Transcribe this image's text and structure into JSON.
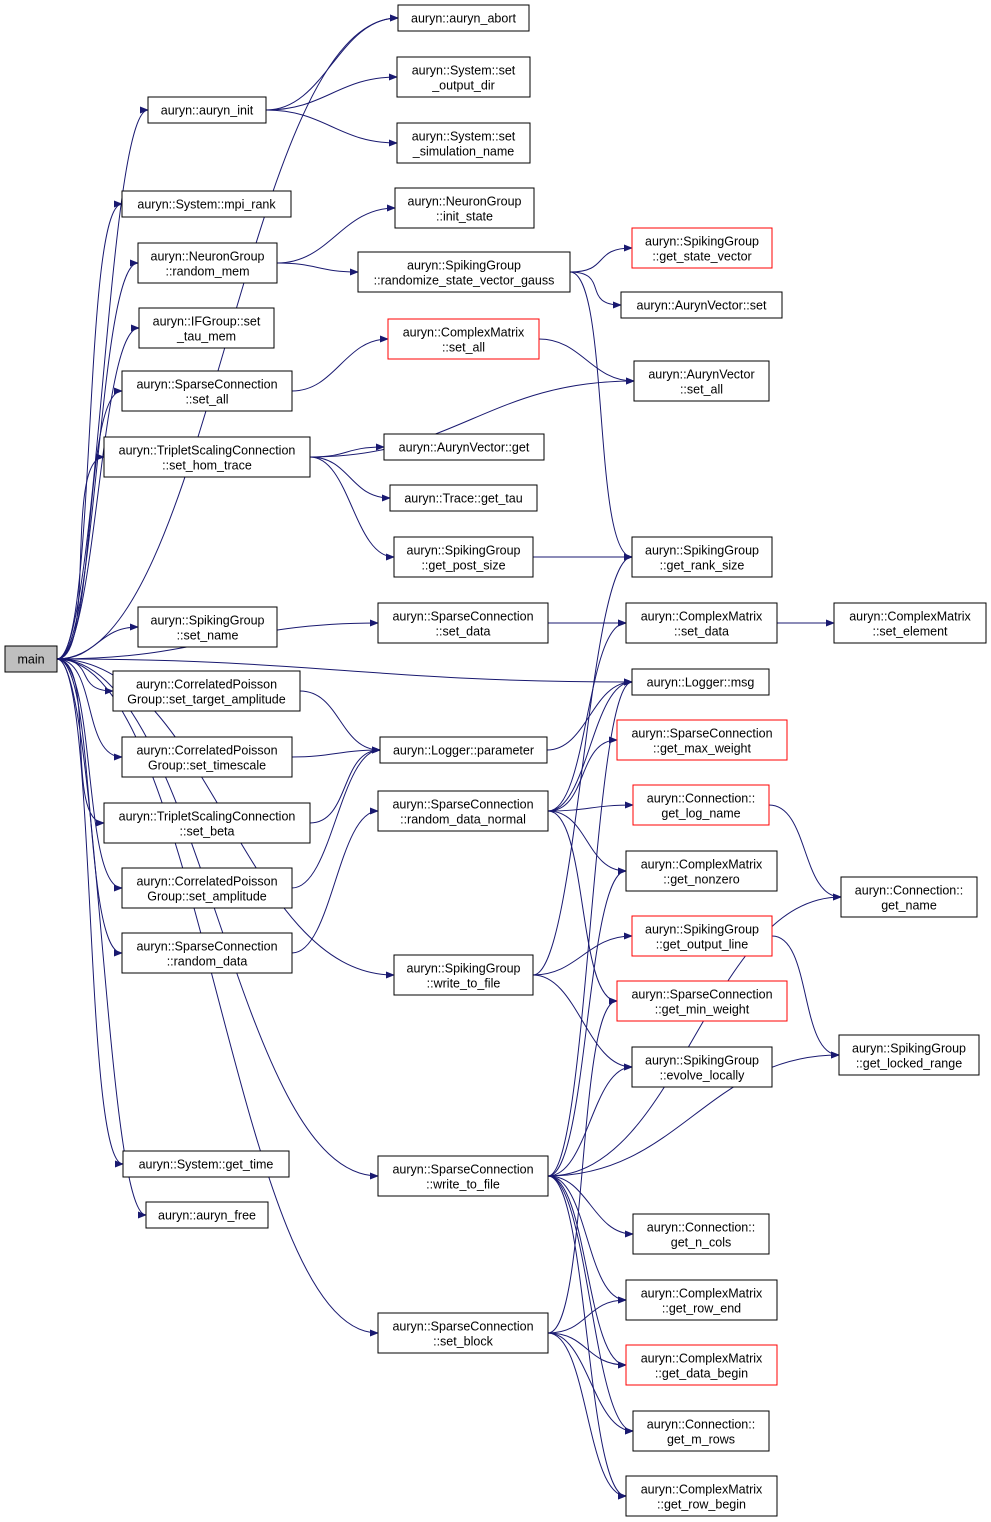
{
  "colors": {
    "edge": "#191970",
    "normal_border": "#000000",
    "highlight_border": "#ff0000",
    "root_fill": "#bfbfbf"
  },
  "nodes": {
    "main": {
      "lines": [
        "main"
      ]
    },
    "auryn_abort": {
      "lines": [
        "auryn::auryn_abort"
      ]
    },
    "auryn_init": {
      "lines": [
        "auryn::auryn_init"
      ]
    },
    "sys_set_output_dir": {
      "lines": [
        "auryn::System::set",
        "_output_dir"
      ]
    },
    "sys_set_simulation_name": {
      "lines": [
        "auryn::System::set",
        "_simulation_name"
      ]
    },
    "sys_mpi_rank": {
      "lines": [
        "auryn::System::mpi_rank"
      ]
    },
    "ng_init_state": {
      "lines": [
        "auryn::NeuronGroup",
        "::init_state"
      ]
    },
    "ng_random_mem": {
      "lines": [
        "auryn::NeuronGroup",
        "::random_mem"
      ]
    },
    "sg_randomize_state_vector_gauss": {
      "lines": [
        "auryn::SpikingGroup",
        "::randomize_state_vector_gauss"
      ]
    },
    "sg_get_state_vector": {
      "lines": [
        "auryn::SpikingGroup",
        "::get_state_vector"
      ]
    },
    "av_set": {
      "lines": [
        "auryn::AurynVector::set"
      ]
    },
    "ifg_set_tau_mem": {
      "lines": [
        "auryn::IFGroup::set",
        "_tau_mem"
      ]
    },
    "cm_set_all": {
      "lines": [
        "auryn::ComplexMatrix",
        "::set_all"
      ]
    },
    "sc_set_all": {
      "lines": [
        "auryn::SparseConnection",
        "::set_all"
      ]
    },
    "av_set_all": {
      "lines": [
        "auryn::AurynVector",
        "::set_all"
      ]
    },
    "tsc_set_hom_trace": {
      "lines": [
        "auryn::TripletScalingConnection",
        "::set_hom_trace"
      ]
    },
    "av_get": {
      "lines": [
        "auryn::AurynVector::get"
      ]
    },
    "trace_get_tau": {
      "lines": [
        "auryn::Trace::get_tau"
      ]
    },
    "sg_get_post_size": {
      "lines": [
        "auryn::SpikingGroup",
        "::get_post_size"
      ]
    },
    "sg_get_rank_size": {
      "lines": [
        "auryn::SpikingGroup",
        "::get_rank_size"
      ]
    },
    "sc_set_data": {
      "lines": [
        "auryn::SparseConnection",
        "::set_data"
      ]
    },
    "cm_set_data": {
      "lines": [
        "auryn::ComplexMatrix",
        "::set_data"
      ]
    },
    "cm_set_element": {
      "lines": [
        "auryn::ComplexMatrix",
        "::set_element"
      ]
    },
    "sg_set_name": {
      "lines": [
        "auryn::SpikingGroup",
        "::set_name"
      ]
    },
    "cpg_set_target_amplitude": {
      "lines": [
        "auryn::CorrelatedPoisson",
        "Group::set_target_amplitude"
      ]
    },
    "logger_msg": {
      "lines": [
        "auryn::Logger::msg"
      ]
    },
    "cpg_set_timescale": {
      "lines": [
        "auryn::CorrelatedPoisson",
        "Group::set_timescale"
      ]
    },
    "logger_parameter": {
      "lines": [
        "auryn::Logger::parameter"
      ]
    },
    "sc_get_max_weight": {
      "lines": [
        "auryn::SparseConnection",
        "::get_max_weight"
      ]
    },
    "tsc_set_beta": {
      "lines": [
        "auryn::TripletScalingConnection",
        "::set_beta"
      ]
    },
    "sc_random_data_normal": {
      "lines": [
        "auryn::SparseConnection",
        "::random_data_normal"
      ]
    },
    "conn_get_log_name": {
      "lines": [
        "auryn::Connection::",
        "get_log_name"
      ]
    },
    "cpg_set_amplitude": {
      "lines": [
        "auryn::CorrelatedPoisson",
        "Group::set_amplitude"
      ]
    },
    "cm_get_nonzero": {
      "lines": [
        "auryn::ComplexMatrix",
        "::get_nonzero"
      ]
    },
    "conn_get_name": {
      "lines": [
        "auryn::Connection::",
        "get_name"
      ]
    },
    "sc_random_data": {
      "lines": [
        "auryn::SparseConnection",
        "::random_data"
      ]
    },
    "sg_write_to_file": {
      "lines": [
        "auryn::SpikingGroup",
        "::write_to_file"
      ]
    },
    "sg_get_output_line": {
      "lines": [
        "auryn::SpikingGroup",
        "::get_output_line"
      ]
    },
    "sc_get_min_weight": {
      "lines": [
        "auryn::SparseConnection",
        "::get_min_weight"
      ]
    },
    "sg_evolve_locally": {
      "lines": [
        "auryn::SpikingGroup",
        "::evolve_locally"
      ]
    },
    "sg_get_locked_range": {
      "lines": [
        "auryn::SpikingGroup",
        "::get_locked_range"
      ]
    },
    "sys_get_time": {
      "lines": [
        "auryn::System::get_time"
      ]
    },
    "sc_write_to_file": {
      "lines": [
        "auryn::SparseConnection",
        "::write_to_file"
      ]
    },
    "auryn_free": {
      "lines": [
        "auryn::auryn_free"
      ]
    },
    "conn_get_n_cols": {
      "lines": [
        "auryn::Connection::",
        "get_n_cols"
      ]
    },
    "cm_get_row_end": {
      "lines": [
        "auryn::ComplexMatrix",
        "::get_row_end"
      ]
    },
    "sc_set_block": {
      "lines": [
        "auryn::SparseConnection",
        "::set_block"
      ]
    },
    "cm_get_data_begin": {
      "lines": [
        "auryn::ComplexMatrix",
        "::get_data_begin"
      ]
    },
    "conn_get_m_rows": {
      "lines": [
        "auryn::Connection::",
        "get_m_rows"
      ]
    },
    "cm_get_row_begin": {
      "lines": [
        "auryn::ComplexMatrix",
        "::get_row_begin"
      ]
    }
  },
  "edges": [
    [
      "main",
      "auryn_abort"
    ],
    [
      "main",
      "auryn_init"
    ],
    [
      "main",
      "sys_mpi_rank"
    ],
    [
      "main",
      "ng_random_mem"
    ],
    [
      "main",
      "ifg_set_tau_mem"
    ],
    [
      "main",
      "sc_set_all"
    ],
    [
      "main",
      "tsc_set_hom_trace"
    ],
    [
      "main",
      "sc_set_data"
    ],
    [
      "main",
      "logger_msg"
    ],
    [
      "main",
      "sg_set_name"
    ],
    [
      "main",
      "cpg_set_target_amplitude"
    ],
    [
      "main",
      "cpg_set_timescale"
    ],
    [
      "main",
      "tsc_set_beta"
    ],
    [
      "main",
      "cpg_set_amplitude"
    ],
    [
      "main",
      "sc_random_data"
    ],
    [
      "main",
      "sg_write_to_file"
    ],
    [
      "main",
      "sc_write_to_file"
    ],
    [
      "main",
      "sys_get_time"
    ],
    [
      "main",
      "auryn_free"
    ],
    [
      "main",
      "sc_set_block"
    ],
    [
      "auryn_init",
      "auryn_abort"
    ],
    [
      "auryn_init",
      "sys_set_output_dir"
    ],
    [
      "auryn_init",
      "sys_set_simulation_name"
    ],
    [
      "ng_random_mem",
      "ng_init_state"
    ],
    [
      "ng_random_mem",
      "sg_randomize_state_vector_gauss"
    ],
    [
      "sg_randomize_state_vector_gauss",
      "sg_get_state_vector"
    ],
    [
      "sg_randomize_state_vector_gauss",
      "av_set"
    ],
    [
      "sg_randomize_state_vector_gauss",
      "sg_get_rank_size"
    ],
    [
      "sc_set_all",
      "cm_set_all"
    ],
    [
      "cm_set_all",
      "av_set_all"
    ],
    [
      "tsc_set_hom_trace",
      "av_set_all"
    ],
    [
      "tsc_set_hom_trace",
      "av_get"
    ],
    [
      "tsc_set_hom_trace",
      "trace_get_tau"
    ],
    [
      "tsc_set_hom_trace",
      "sg_get_post_size"
    ],
    [
      "sg_get_post_size",
      "sg_get_rank_size"
    ],
    [
      "sc_set_data",
      "cm_set_data"
    ],
    [
      "cm_set_data",
      "cm_set_element"
    ],
    [
      "cpg_set_target_amplitude",
      "logger_parameter"
    ],
    [
      "cpg_set_timescale",
      "logger_parameter"
    ],
    [
      "tsc_set_beta",
      "logger_parameter"
    ],
    [
      "cpg_set_amplitude",
      "logger_parameter"
    ],
    [
      "logger_parameter",
      "logger_msg"
    ],
    [
      "sc_random_data",
      "sc_random_data_normal"
    ],
    [
      "sc_random_data_normal",
      "logger_msg"
    ],
    [
      "sc_random_data_normal",
      "sc_get_max_weight"
    ],
    [
      "sc_random_data_normal",
      "conn_get_log_name"
    ],
    [
      "sc_random_data_normal",
      "cm_get_nonzero"
    ],
    [
      "sc_random_data_normal",
      "sc_get_min_weight"
    ],
    [
      "sc_random_data_normal",
      "cm_set_data"
    ],
    [
      "conn_get_log_name",
      "conn_get_name"
    ],
    [
      "sg_write_to_file",
      "sg_get_rank_size"
    ],
    [
      "sg_write_to_file",
      "sg_get_output_line"
    ],
    [
      "sg_write_to_file",
      "sg_evolve_locally"
    ],
    [
      "sg_get_output_line",
      "sg_get_locked_range"
    ],
    [
      "sc_write_to_file",
      "logger_msg"
    ],
    [
      "sc_write_to_file",
      "cm_get_nonzero"
    ],
    [
      "sc_write_to_file",
      "sg_evolve_locally"
    ],
    [
      "sc_write_to_file",
      "conn_get_name"
    ],
    [
      "sc_write_to_file",
      "sg_get_locked_range"
    ],
    [
      "sc_write_to_file",
      "conn_get_n_cols"
    ],
    [
      "sc_write_to_file",
      "cm_get_row_end"
    ],
    [
      "sc_write_to_file",
      "cm_get_data_begin"
    ],
    [
      "sc_write_to_file",
      "conn_get_m_rows"
    ],
    [
      "sc_write_to_file",
      "cm_get_row_begin"
    ],
    [
      "sc_set_block",
      "sc_get_min_weight"
    ],
    [
      "sc_set_block",
      "cm_get_row_end"
    ],
    [
      "sc_set_block",
      "cm_get_data_begin"
    ],
    [
      "sc_set_block",
      "conn_get_m_rows"
    ],
    [
      "sc_set_block",
      "cm_get_row_begin"
    ]
  ]
}
